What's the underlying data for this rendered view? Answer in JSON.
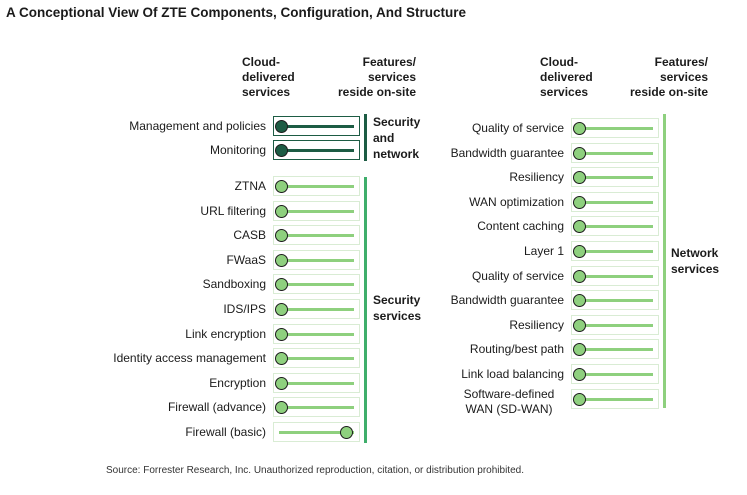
{
  "title": "A Conceptional View Of ZTE Components, Configuration, And Structure",
  "headers": {
    "cloud": "Cloud-\ndelivered\nservices",
    "onsite": "Features/\nservices\nreside on-site"
  },
  "groups": {
    "security_network": "Security\nand\nnetwork",
    "security_services": "Security\nservices",
    "network_services": "Network\nservices"
  },
  "left_rows_top": [
    {
      "label": "Management and policies",
      "knob": "cloud"
    },
    {
      "label": "Monitoring",
      "knob": "cloud"
    }
  ],
  "left_rows": [
    {
      "label": "ZTNA",
      "knob": "cloud"
    },
    {
      "label": "URL filtering",
      "knob": "cloud"
    },
    {
      "label": "CASB",
      "knob": "cloud"
    },
    {
      "label": "FWaaS",
      "knob": "cloud"
    },
    {
      "label": "Sandboxing",
      "knob": "cloud"
    },
    {
      "label": "IDS/IPS",
      "knob": "cloud"
    },
    {
      "label": "Link encryption",
      "knob": "cloud"
    },
    {
      "label": "Identity access management",
      "knob": "cloud"
    },
    {
      "label": "Encryption",
      "knob": "cloud"
    },
    {
      "label": "Firewall (advance)",
      "knob": "cloud"
    },
    {
      "label": "Firewall (basic)",
      "knob": "onsite"
    }
  ],
  "right_rows": [
    {
      "label": "Quality of service",
      "knob": "cloud"
    },
    {
      "label": "Bandwidth guarantee",
      "knob": "cloud"
    },
    {
      "label": "Resiliency",
      "knob": "cloud"
    },
    {
      "label": "WAN optimization",
      "knob": "cloud"
    },
    {
      "label": "Content caching",
      "knob": "cloud"
    },
    {
      "label": "Layer 1",
      "knob": "cloud"
    },
    {
      "label": "Quality of service",
      "knob": "cloud"
    },
    {
      "label": "Bandwidth guarantee",
      "knob": "cloud"
    },
    {
      "label": "Resiliency",
      "knob": "cloud"
    },
    {
      "label": "Routing/best path",
      "knob": "cloud"
    },
    {
      "label": "Link load balancing",
      "knob": "cloud"
    },
    {
      "label": "Software-defined\nWAN (SD-WAN)",
      "knob": "cloud"
    }
  ],
  "source": "Source: Forrester Research, Inc. Unauthorized reproduction, citation, or distribution prohibited."
}
